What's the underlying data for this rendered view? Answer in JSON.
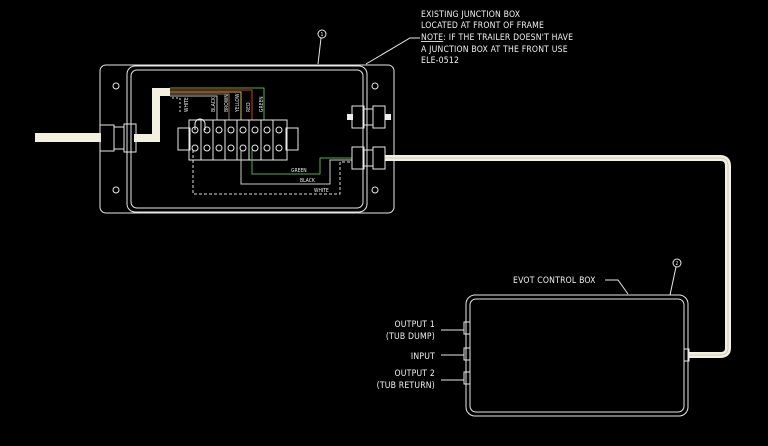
{
  "note": {
    "lines": [
      "EXISTING JUNCTION BOX",
      "LOCATED AT FRONT OF FRAME",
      "IF THE TRAILER DOESN'T HAVE",
      "A JUNCTION BOX AT THE FRONT USE",
      "ELE-0512"
    ],
    "note_label": "NOTE",
    "note_colon": ":"
  },
  "balloons": [
    "1",
    "2"
  ],
  "wire_labels": [
    "WHITE",
    "BLACK",
    "BROWN",
    "YELLOW",
    "RED",
    "GREEN"
  ],
  "internal_wires": [
    "GREEN",
    "BLACK",
    "WHITE"
  ],
  "control_box": {
    "label": "EVOT CONTROL BOX",
    "ports": [
      {
        "line1": "OUTPUT 1",
        "line2": "(TUB DUMP)"
      },
      {
        "line1": "INPUT",
        "line2": ""
      },
      {
        "line1": "OUTPUT 2",
        "line2": "(TUB RETURN)"
      }
    ]
  },
  "colors": {
    "background": "#000000",
    "line": "#e8e8e8",
    "green": "#4caf50",
    "red": "#e53935",
    "yellow": "#d4c04a",
    "brown": "#a0704a"
  }
}
